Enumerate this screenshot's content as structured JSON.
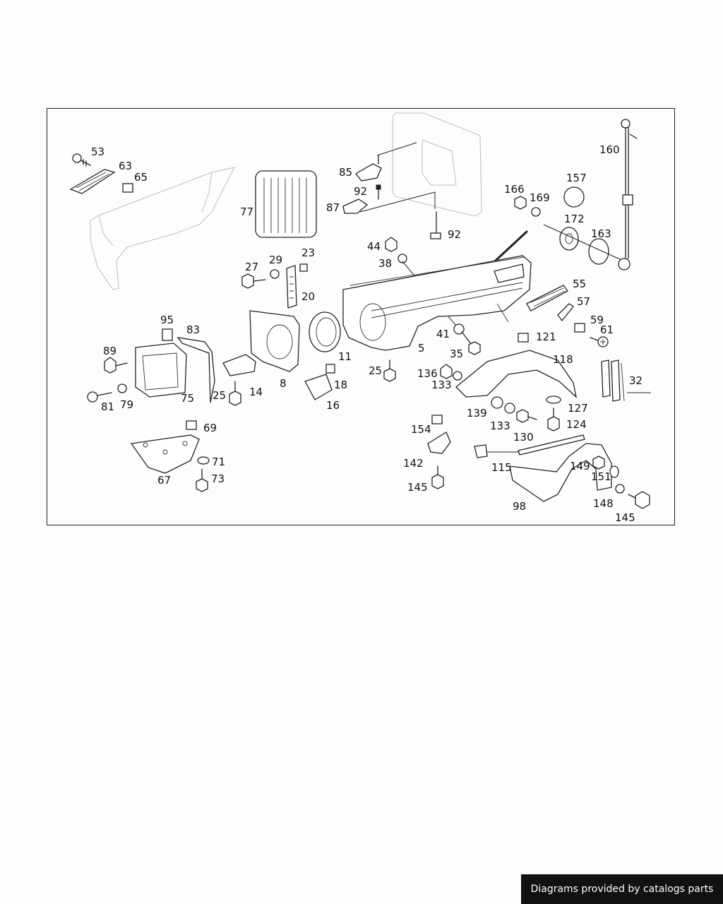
{
  "footer": {
    "credit_text": "Diagrams provided by catalogs parts"
  },
  "callouts": [
    {
      "id": "c53",
      "text": "53"
    },
    {
      "id": "c63",
      "text": "63"
    },
    {
      "id": "c65",
      "text": "65"
    },
    {
      "id": "c77",
      "text": "77"
    },
    {
      "id": "c85",
      "text": "85"
    },
    {
      "id": "c92a",
      "text": "92"
    },
    {
      "id": "c87",
      "text": "87"
    },
    {
      "id": "c92b",
      "text": "92"
    },
    {
      "id": "c160",
      "text": "160"
    },
    {
      "id": "c157",
      "text": "157"
    },
    {
      "id": "c166",
      "text": "166"
    },
    {
      "id": "c169",
      "text": "169"
    },
    {
      "id": "c172",
      "text": "172"
    },
    {
      "id": "c163",
      "text": "163"
    },
    {
      "id": "c44",
      "text": "44"
    },
    {
      "id": "c38",
      "text": "38"
    },
    {
      "id": "c27",
      "text": "27"
    },
    {
      "id": "c29",
      "text": "29"
    },
    {
      "id": "c23",
      "text": "23"
    },
    {
      "id": "c20",
      "text": "20"
    },
    {
      "id": "c55",
      "text": "55"
    },
    {
      "id": "c57",
      "text": "57"
    },
    {
      "id": "c59",
      "text": "59"
    },
    {
      "id": "c61",
      "text": "61"
    },
    {
      "id": "c95",
      "text": "95"
    },
    {
      "id": "c83",
      "text": "83"
    },
    {
      "id": "c89",
      "text": "89"
    },
    {
      "id": "c11",
      "text": "11"
    },
    {
      "id": "c41",
      "text": "41"
    },
    {
      "id": "c35",
      "text": "35"
    },
    {
      "id": "c5",
      "text": "5"
    },
    {
      "id": "c121",
      "text": "121"
    },
    {
      "id": "c118",
      "text": "118"
    },
    {
      "id": "c25a",
      "text": "25"
    },
    {
      "id": "c136",
      "text": "136"
    },
    {
      "id": "c133a",
      "text": "133"
    },
    {
      "id": "c18",
      "text": "18"
    },
    {
      "id": "c8",
      "text": "8"
    },
    {
      "id": "c14",
      "text": "14"
    },
    {
      "id": "c25b",
      "text": "25"
    },
    {
      "id": "c75",
      "text": "75"
    },
    {
      "id": "c81",
      "text": "81"
    },
    {
      "id": "c79",
      "text": "79"
    },
    {
      "id": "c16",
      "text": "16"
    },
    {
      "id": "c32",
      "text": "32"
    },
    {
      "id": "c127",
      "text": "127"
    },
    {
      "id": "c139",
      "text": "139"
    },
    {
      "id": "c133b",
      "text": "133"
    },
    {
      "id": "c124",
      "text": "124"
    },
    {
      "id": "c130",
      "text": "130"
    },
    {
      "id": "c154",
      "text": "154"
    },
    {
      "id": "c69",
      "text": "69"
    },
    {
      "id": "c142",
      "text": "142"
    },
    {
      "id": "c115",
      "text": "115"
    },
    {
      "id": "c149",
      "text": "149"
    },
    {
      "id": "c71",
      "text": "71"
    },
    {
      "id": "c67",
      "text": "67"
    },
    {
      "id": "c73",
      "text": "73"
    },
    {
      "id": "c145a",
      "text": "145"
    },
    {
      "id": "c151",
      "text": "151"
    },
    {
      "id": "c148",
      "text": "148"
    },
    {
      "id": "c98",
      "text": "98"
    },
    {
      "id": "c145b",
      "text": "145"
    }
  ]
}
